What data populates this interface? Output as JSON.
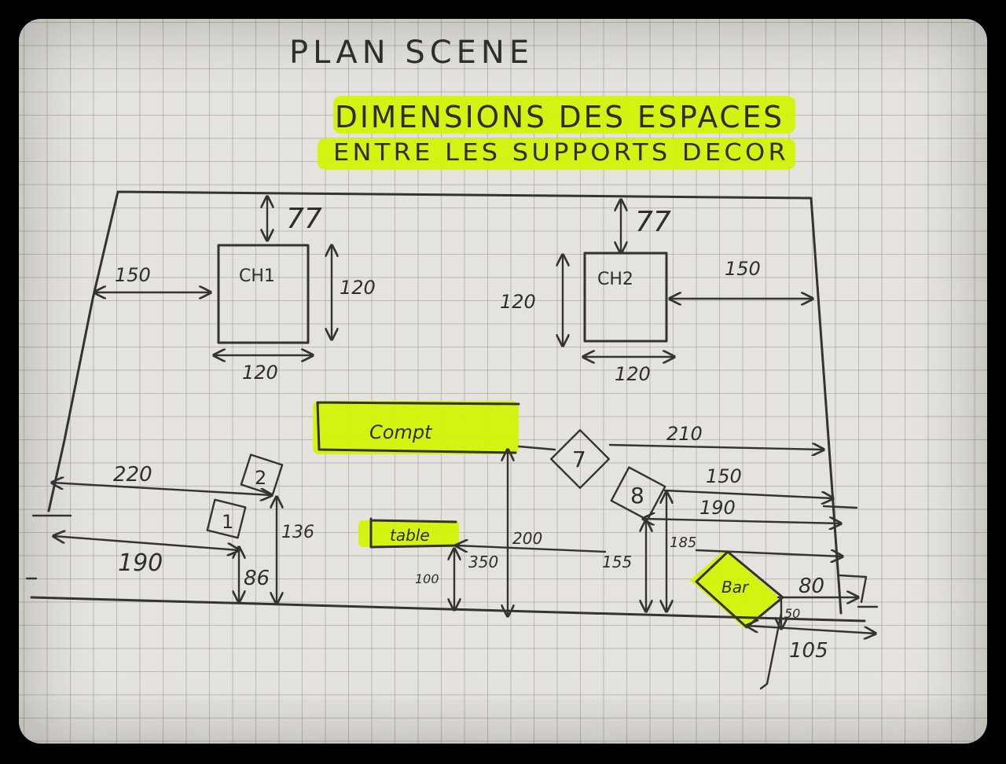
{
  "title": "PLAN SCENE",
  "subtitle_line1": "DIMENSIONS DES ESPACES",
  "subtitle_line2": "ENTRE LES SUPPORTS DECOR",
  "ch1": {
    "label": "CH1",
    "top_gap": "77",
    "left_gap": "150",
    "height": "120",
    "width": "120"
  },
  "ch2": {
    "label": "CH2",
    "top_gap": "77",
    "right_gap": "150",
    "height": "120",
    "width": "120"
  },
  "comptoir": {
    "label": "Compt"
  },
  "table": {
    "label": "table",
    "dim_right": "350",
    "dim_down": "100"
  },
  "markers": {
    "m1": "1",
    "m2": "2",
    "m7": "7",
    "m8": "8"
  },
  "dims": {
    "d220": "220",
    "d190_left": "190",
    "d136": "136",
    "d86": "86",
    "d200": "200",
    "d155": "155",
    "d210": "210",
    "d150_right": "150",
    "d190_right": "190",
    "d185": "185",
    "d80": "80",
    "d50": "50",
    "d105": "105"
  },
  "bar": {
    "label": "Bar"
  },
  "colors": {
    "highlight": "#d4f400",
    "pencil": "#333333",
    "paper": "#e4e3de"
  }
}
